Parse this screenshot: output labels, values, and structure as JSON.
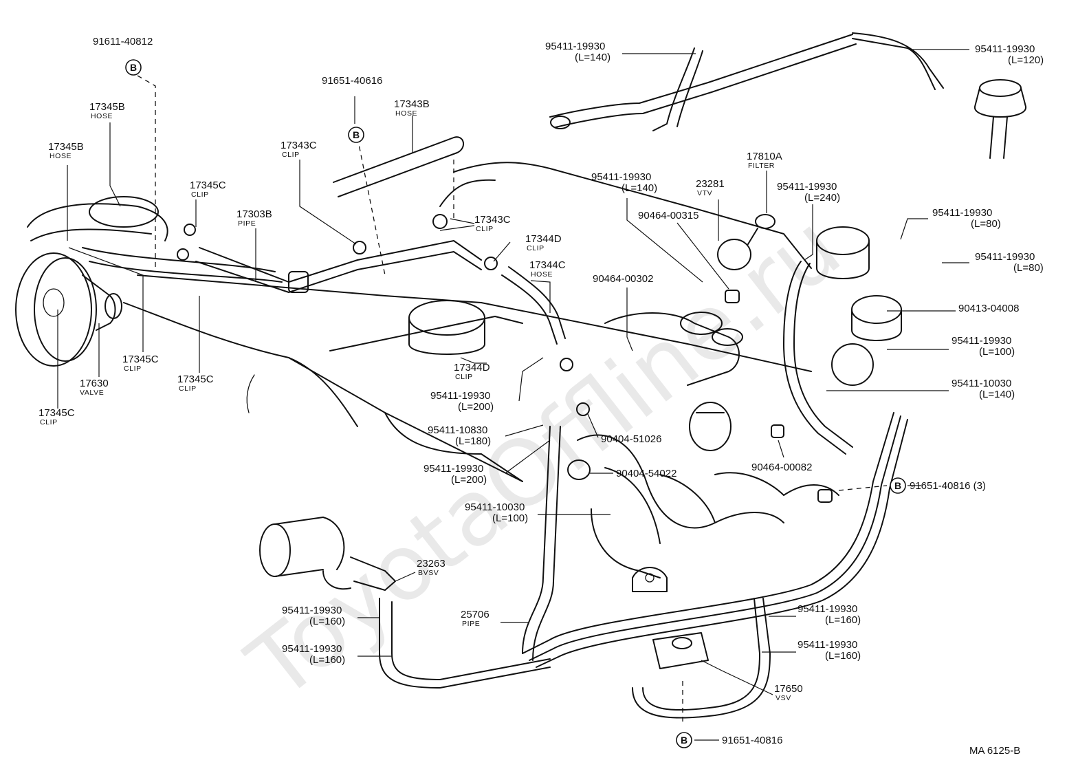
{
  "watermark": "ToyotaOffline.ru",
  "drawing_code": "MA  6125-B",
  "labels": [
    {
      "id": "l01",
      "part": "91611-40812"
    },
    {
      "id": "l02",
      "part": "17345B",
      "sub": "HOSE"
    },
    {
      "id": "l03",
      "part": "17345B",
      "sub": "HOSE"
    },
    {
      "id": "l04",
      "part": "91651-40616"
    },
    {
      "id": "l05",
      "part": "17343B",
      "sub": "HOSE"
    },
    {
      "id": "l06",
      "part": "17343C",
      "sub": "CLIP"
    },
    {
      "id": "l07",
      "part": "17345C",
      "sub": "CLIP"
    },
    {
      "id": "l08",
      "part": "17303B",
      "sub": "PIPE"
    },
    {
      "id": "l09",
      "part": "17343C",
      "sub": "CLIP"
    },
    {
      "id": "l10",
      "part": "17344D",
      "sub": "CLIP"
    },
    {
      "id": "l11",
      "part": "17344C",
      "sub": "HOSE"
    },
    {
      "id": "l12",
      "part": "17345C",
      "sub": "CLIP"
    },
    {
      "id": "l13",
      "part": "17345C",
      "sub": "CLIP"
    },
    {
      "id": "l14",
      "part": "17630",
      "sub": "VALVE"
    },
    {
      "id": "l15",
      "part": "17345C",
      "sub": "CLIP"
    },
    {
      "id": "l16",
      "part": "17344D",
      "sub": "CLIP"
    },
    {
      "id": "l17",
      "part": "95411-19930",
      "sub": "(L=140)"
    },
    {
      "id": "l18",
      "part": "95411-19930",
      "sub": "(L=120)"
    },
    {
      "id": "l19",
      "part": "95411-19930",
      "sub": "(L=140)"
    },
    {
      "id": "l20",
      "part": "23281",
      "sub": "VTV"
    },
    {
      "id": "l21",
      "part": "17810A",
      "sub": "FILTER"
    },
    {
      "id": "l22",
      "part": "95411-19930",
      "sub": "(L=240)"
    },
    {
      "id": "l23",
      "part": "90464-00315"
    },
    {
      "id": "l24",
      "part": "95411-19930",
      "sub": "(L=80)"
    },
    {
      "id": "l25",
      "part": "95411-19930",
      "sub": "(L=80)"
    },
    {
      "id": "l26",
      "part": "90464-00302"
    },
    {
      "id": "l27",
      "part": "90413-04008"
    },
    {
      "id": "l28",
      "part": "95411-19930",
      "sub": "(L=100)"
    },
    {
      "id": "l29",
      "part": "95411-10030",
      "sub": "(L=140)"
    },
    {
      "id": "l30",
      "part": "95411-19930",
      "sub": "(L=200)"
    },
    {
      "id": "l31",
      "part": "95411-10830",
      "sub": "(L=180)"
    },
    {
      "id": "l32",
      "part": "90404-51026"
    },
    {
      "id": "l33",
      "part": "95411-19930",
      "sub": "(L=200)"
    },
    {
      "id": "l34",
      "part": "90404-54022"
    },
    {
      "id": "l35",
      "part": "90464-00082"
    },
    {
      "id": "l36",
      "part": "91651-40816 (3)"
    },
    {
      "id": "l37",
      "part": "95411-10030",
      "sub": "(L=100)"
    },
    {
      "id": "l38",
      "part": "23263",
      "sub": "BVSV"
    },
    {
      "id": "l39",
      "part": "95411-19930",
      "sub": "(L=160)"
    },
    {
      "id": "l40",
      "part": "95411-19930",
      "sub": "(L=160)"
    },
    {
      "id": "l41",
      "part": "25706",
      "sub": "PIPE"
    },
    {
      "id": "l42",
      "part": "95411-19930",
      "sub": "(L=160)"
    },
    {
      "id": "l43",
      "part": "95411-19930",
      "sub": "(L=160)"
    },
    {
      "id": "l44",
      "part": "17650",
      "sub": "VSV"
    },
    {
      "id": "l45",
      "part": "91651-40816"
    }
  ],
  "markers": [
    {
      "id": "m1",
      "letter": "B"
    },
    {
      "id": "m2",
      "letter": "B"
    },
    {
      "id": "m3",
      "letter": "B"
    },
    {
      "id": "m4",
      "letter": "B"
    }
  ]
}
